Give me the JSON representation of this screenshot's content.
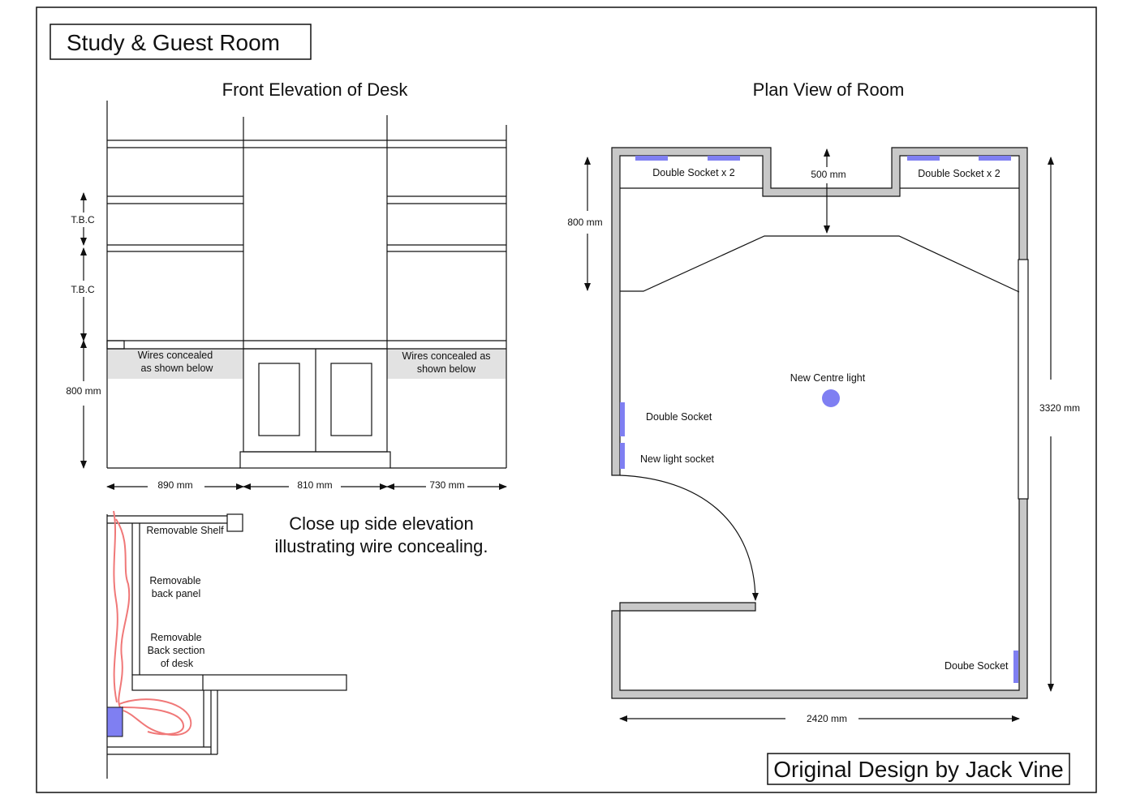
{
  "title": "Study & Guest Room",
  "credit": "Original Design by Jack Vine",
  "front_elevation": {
    "heading": "Front Elevation of Desk",
    "dim_tbc_1": "T.B.C",
    "dim_tbc_2": "T.B.C",
    "dim_height": "800 mm",
    "dim_left_width": "890 mm",
    "dim_mid_width": "810 mm",
    "dim_right_width": "730 mm",
    "left_note_line1": "Wires concealed",
    "left_note_line2": "as shown below",
    "right_note_line1": "Wires concealed as",
    "right_note_line2": "shown below"
  },
  "side_elevation": {
    "heading_line1": "Close up side elevation",
    "heading_line2": "illustrating wire concealing.",
    "label_shelf": "Removable Shelf",
    "label_panel_line1": "Removable",
    "label_panel_line2": "back panel",
    "label_back_line1": "Removable",
    "label_back_line2": "Back section",
    "label_back_line3": "of desk"
  },
  "plan_view": {
    "heading": "Plan View of Room",
    "socket_top_left": "Double Socket x 2",
    "socket_top_right": "Double Socket x 2",
    "dim_recess": "500 mm",
    "dim_desk_depth": "800 mm",
    "dim_room_length": "3320 mm",
    "dim_room_width": "2420 mm",
    "centre_light": "New Centre light",
    "double_socket": "Double Socket",
    "light_socket": "New light socket",
    "bottom_socket": "Doube Socket"
  },
  "colors": {
    "wall_grey": "#c8c8c8",
    "socket_blue": "#7f7ff2",
    "shelf_band": "#e2e2e2",
    "wire_red": "#f07878"
  }
}
